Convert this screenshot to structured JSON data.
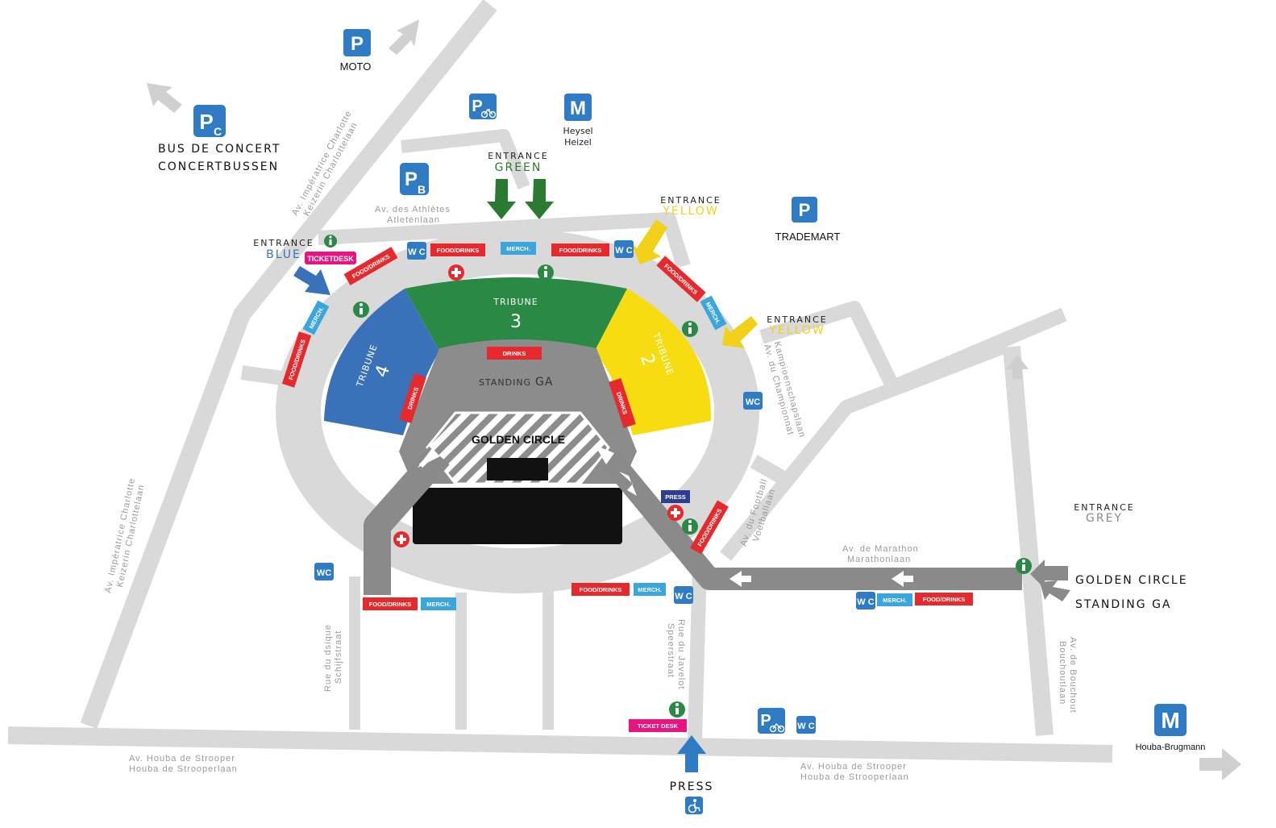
{
  "colors": {
    "road": "#d9d9d9",
    "path": "#8a8a8a",
    "blue_tribune": "#3a72b9",
    "green_tribune": "#2a8a45",
    "yellow_tribune": "#f7dc12",
    "standing": "#8c8c8c",
    "food_tag": "#e5292d",
    "merch_tag": "#3aa6dd",
    "ticket_tag": "#e6157f",
    "press_tag": "#2d3d8f",
    "sign_blue": "#2f7cc4",
    "info_green": "#2a8a45",
    "entrance_blue": "#3a72b9",
    "entrance_green": "#2a7a32",
    "entrance_yellow": "#f2d11a",
    "entrance_grey": "#8a8a8a"
  },
  "signs": {
    "parking": "P",
    "metro": "M",
    "moto_label": "MOTO",
    "bus_sub": "C",
    "bus_label_1": "BUS DE CONCERT",
    "bus_label_2": "CONCERTBUSSEN",
    "pb_sub": "B",
    "heysel_1": "Heysel",
    "heysel_2": "Heizel",
    "trademart": "TRADEMART",
    "houba_brugmann": "Houba-Brugmann",
    "wc": "WC",
    "w_c": "W C"
  },
  "entrances": {
    "word": "ENTRANCE",
    "blue": "BLUE",
    "green": "GREEN",
    "yellow": "YELLOW",
    "grey": "GREY"
  },
  "zones": {
    "tribune_word": "TRIBUNE",
    "tribune_3": "3",
    "tribune_4": "4",
    "tribune_2": "2",
    "standing_word": "STANDING",
    "standing_ga": "GA",
    "golden_circle": "GOLDEN CIRCLE"
  },
  "tags": {
    "food_drinks": "FOOD/DRINKS",
    "merch": "MERCH.",
    "drinks": "DRINKS",
    "ticketdesk": "TICKETDESK",
    "ticket_desk": "TICKET DESK",
    "press": "PRESS"
  },
  "access": {
    "golden_circle": "GOLDEN CIRCLE",
    "standing_ga": "STANDING GA",
    "press": "PRESS"
  },
  "streets": {
    "charlotte_top_1": "Av. Impératrice Charlotte",
    "charlotte_top_2": "Keizerin Charlottelaan",
    "charlotte_left_1": "Av. Impératrice Charlotte",
    "charlotte_left_2": "Keizerin Charlottelaan",
    "athletes_1": "Av. des Athlètes",
    "athletes_2": "Atletenlaan",
    "championnat_1": "Av. du Championnat",
    "championnat_2": "Kampioenschapslaan",
    "football_1": "Av. du Football",
    "football_2": "Voetballaan",
    "marathon_1": "Av. de Marathon",
    "marathon_2": "Marathonlaan",
    "disque_1": "Rue du dsique",
    "disque_2": "Schijfstraat",
    "javelot_1": "Rue du Javelot",
    "javelot_2": "Speerstraat",
    "bouchout_1": "Av. de Bouchout",
    "bouchout_2": "Bouchoutlaan",
    "houba_left_1": "Av. Houba de Strooper",
    "houba_left_2": "Houba de Strooperlaan",
    "houba_right_1": "Av. Houba de Strooper",
    "houba_right_2": "Houba de Strooperlaan"
  }
}
